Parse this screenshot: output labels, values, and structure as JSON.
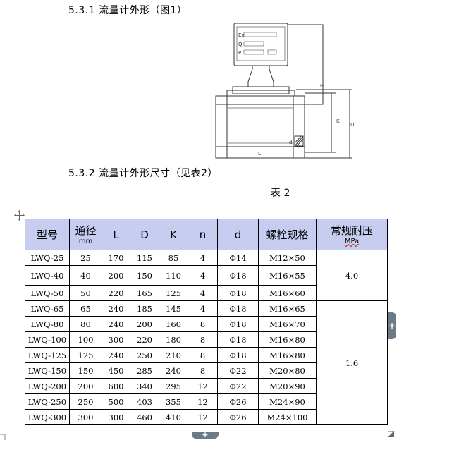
{
  "headings": {
    "section_531": "5.3.1 流量计外形（图1）",
    "section_532": "5.3.2 流量计外形尺寸（见表2）",
    "table_caption": "表 2"
  },
  "diagram": {
    "display_rows": [
      "Ex",
      "Q",
      "P"
    ],
    "dim_labels": {
      "H": "H",
      "K": "K",
      "D": "D",
      "L": "L",
      "d": "d"
    }
  },
  "table": {
    "headers": {
      "model": "型号",
      "bore": "通径",
      "bore_unit": "mm",
      "L": "L",
      "D": "D",
      "K": "K",
      "n": "n",
      "d": "d",
      "bolt": "螺栓规格",
      "pressure": "常规耐压",
      "pressure_unit": "MPa"
    },
    "rows": [
      {
        "model": "LWQ-25",
        "bore": "25",
        "L": "170",
        "D": "115",
        "K": "85",
        "n": "4",
        "d": "Φ14",
        "bolt": "M12×50"
      },
      {
        "model": "LWQ-40",
        "bore": "40",
        "L": "200",
        "D": "150",
        "K": "110",
        "n": "4",
        "d": "Φ18",
        "bolt": "M16×55"
      },
      {
        "model": "LWQ-50",
        "bore": "50",
        "L": "220",
        "D": "165",
        "K": "125",
        "n": "4",
        "d": "Φ18",
        "bolt": "M16×60"
      },
      {
        "model": "LWQ-65",
        "bore": "65",
        "L": "240",
        "D": "185",
        "K": "145",
        "n": "4",
        "d": "Φ18",
        "bolt": "M16×65"
      },
      {
        "model": "LWQ-80",
        "bore": "80",
        "L": "240",
        "D": "200",
        "K": "160",
        "n": "8",
        "d": "Φ18",
        "bolt": "M16×70"
      },
      {
        "model": "LWQ-100",
        "bore": "100",
        "L": "300",
        "D": "220",
        "K": "180",
        "n": "8",
        "d": "Φ18",
        "bolt": "M16×80"
      },
      {
        "model": "LWQ-125",
        "bore": "125",
        "L": "240",
        "D": "250",
        "K": "210",
        "n": "8",
        "d": "Φ18",
        "bolt": "M16×80"
      },
      {
        "model": "LWQ-150",
        "bore": "150",
        "L": "450",
        "D": "285",
        "K": "240",
        "n": "8",
        "d": "Φ22",
        "bolt": "M20×80"
      },
      {
        "model": "LWQ-200",
        "bore": "200",
        "L": "600",
        "D": "340",
        "K": "295",
        "n": "12",
        "d": "Φ22",
        "bolt": "M20×90"
      },
      {
        "model": "LWQ-250",
        "bore": "250",
        "L": "500",
        "D": "403",
        "K": "355",
        "n": "12",
        "d": "Φ26",
        "bolt": "M24×90"
      },
      {
        "model": "LWQ-300",
        "bore": "300",
        "L": "300",
        "D": "460",
        "K": "410",
        "n": "12",
        "d": "Φ26",
        "bolt": "M24×100"
      }
    ],
    "pressure_groups": [
      {
        "value": "4.0",
        "rows": 3
      },
      {
        "value": "1.6",
        "rows": 8
      }
    ]
  },
  "controls": {
    "side_tab_symbol": "+",
    "bottom_tab_symbol": "+"
  }
}
